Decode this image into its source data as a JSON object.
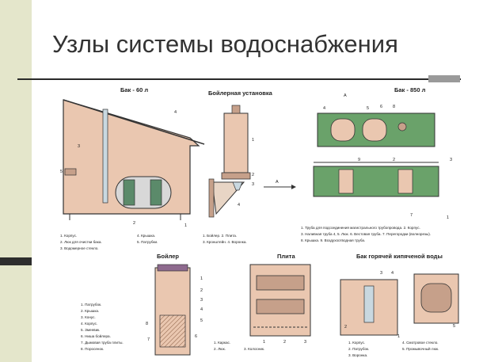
{
  "slide": {
    "title": "Узлы системы водоснабжения"
  },
  "figure": {
    "tank60": {
      "heading": "Бак - 60 л",
      "legend": [
        "1. Корпус.",
        "2. Люк для очистки бака.",
        "3. Водомерное стекло.",
        "4. Крышка.",
        "5. Патрубки."
      ],
      "numbers": [
        "1",
        "2",
        "3",
        "4",
        "5"
      ]
    },
    "boiler_unit": {
      "heading": "Бойлерная установка",
      "legend": [
        "1. Бойлер. 2. Плита.",
        "3. Кронштейн. 4. Воронка."
      ],
      "numbers": [
        "1",
        "2",
        "3",
        "4"
      ]
    },
    "tank850": {
      "heading": "Бак - 850 л",
      "view_label": "А",
      "legend": [
        "1. Труба для подсоединения магистрального трубопровода. 2. Корпус.",
        "3. Наливная труба 4, 5. Люк. 6. Вестовая труба. 7. Перегородки (волнорезы).",
        "8. Крышка. 9. Воздухоотводная труба."
      ],
      "numbers": [
        "1",
        "2",
        "3",
        "4",
        "5",
        "6",
        "7",
        "8",
        "9"
      ]
    },
    "arrow_label": "А",
    "boiler": {
      "heading": "Бойлер",
      "legend": [
        "1. Патрубок.",
        "2. Крышка.",
        "3. Конус.",
        "4. Корпус.",
        "5. Змеевик.",
        "6. Ниша бойлера.",
        "7. Дымовая труба плиты.",
        "8. Поросенок."
      ],
      "numbers": [
        "1",
        "2",
        "3",
        "4",
        "5",
        "6",
        "7",
        "8"
      ]
    },
    "stove": {
      "heading": "Плита",
      "legend": [
        "1. Каркас.",
        "2. Люк.",
        "3. Колосник."
      ],
      "numbers": [
        "1",
        "2",
        "3"
      ]
    },
    "hot_tank": {
      "heading": "Бак горячей кипяченой воды",
      "legend": [
        "1. Корпус.",
        "2. Патрубок.",
        "3. Воронка.",
        "4. Смотровое стекло.",
        "5. Промывочный люк."
      ],
      "numbers": [
        "1",
        "2",
        "3",
        "4",
        "5"
      ]
    }
  }
}
